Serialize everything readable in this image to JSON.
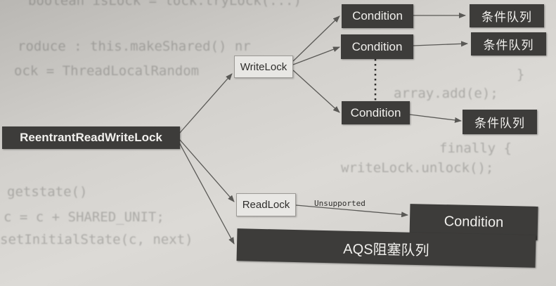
{
  "diagram": {
    "root": "ReentrantReadWriteLock",
    "write_lock": "WriteLock",
    "read_lock": "ReadLock",
    "condition": "Condition",
    "condition_queue": "条件队列",
    "unsupported": "Unsupported",
    "aqs_queue": "AQS阻塞队列"
  },
  "background_code": [
    "boolean isLock = lock.tryLock(...)",
    "roduce : this.makeShared() nr",
    "ock = ThreadLocalRandom",
    "array.add(e);",
    "finally {",
    "writeLock.unlock();",
    "}",
    "getstate()",
    "c = c + SHARED_UNIT;",
    "setInitialState(c, next)"
  ]
}
